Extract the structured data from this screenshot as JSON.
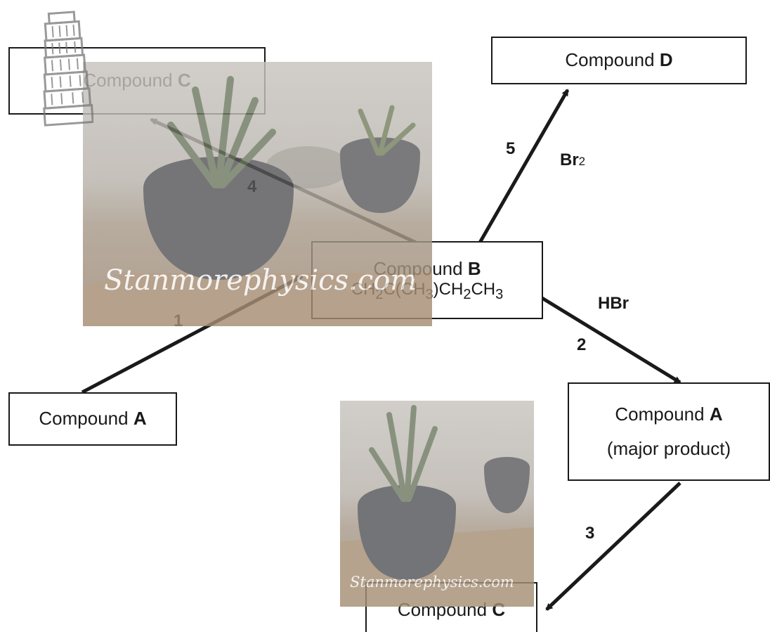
{
  "boxes": {
    "c_top": {
      "name": "Compound ",
      "letter": "C"
    },
    "d": {
      "name": "Compound ",
      "letter": "D"
    },
    "b": {
      "name": "Compound ",
      "letter": "B",
      "formula_parts": [
        "CH",
        "2",
        "C(CH",
        "3",
        ")CH",
        "2",
        "CH",
        "3"
      ]
    },
    "a_left": {
      "name": "Compound ",
      "letter": "A"
    },
    "a_right": {
      "name": "Compound ",
      "letter": "A",
      "note": "(major product)"
    },
    "c_bottom": {
      "name": "Compound ",
      "letter": "C"
    }
  },
  "steps": [
    "1",
    "2",
    "3",
    "4",
    "5"
  ],
  "reagents": {
    "hbr": "HBr",
    "br2_main": "Br",
    "br2_sub": "2"
  },
  "watermark_text": "Stanmorephysics.com",
  "colors": {
    "ink": "#1a1a1a",
    "watermark_bg": "#b9b3ac"
  }
}
